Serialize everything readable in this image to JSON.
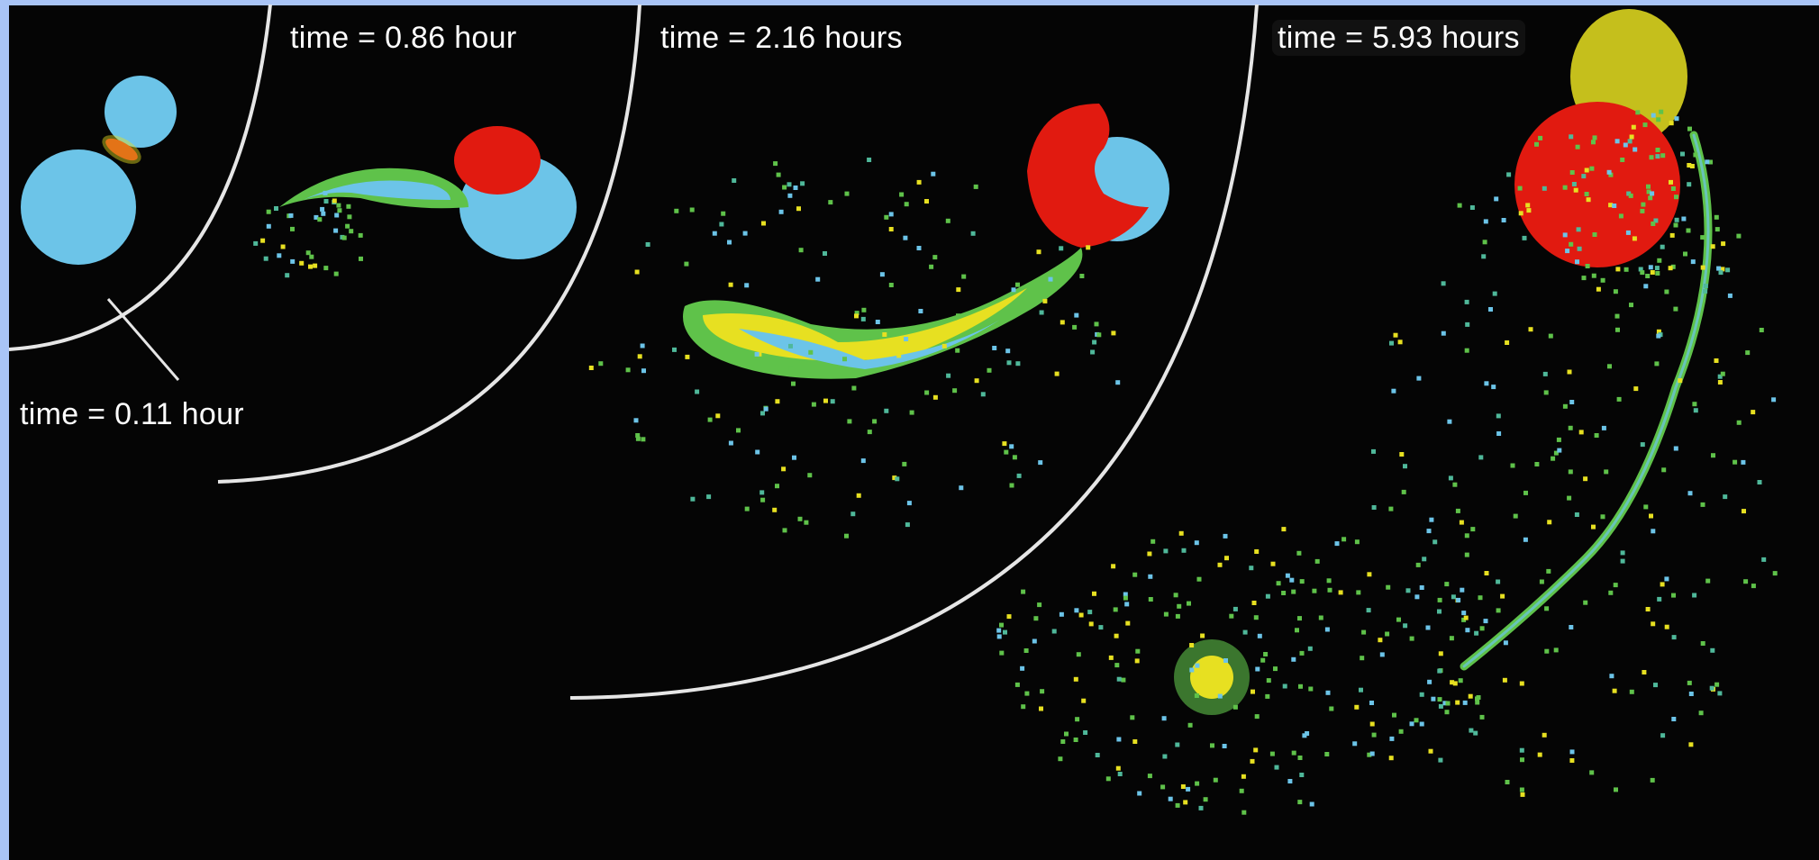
{
  "figure": {
    "labels": [
      {
        "id": "t1",
        "text": "time = 0.11 hour"
      },
      {
        "id": "t2",
        "text": "time = 0.86 hour"
      },
      {
        "id": "t3",
        "text": "time = 2.16 hours"
      },
      {
        "id": "t4",
        "text": "time = 5.93 hours"
      }
    ]
  },
  "colors": {
    "background": "#050505",
    "frame": "#a9c4f6",
    "separator": "#e6e6e6",
    "label_text": "#ffffff",
    "particle_blue": "#6cc4e8",
    "particle_teal": "#4fb89a",
    "particle_green": "#5fc24a",
    "particle_yellow": "#e7e021",
    "particle_red": "#e11a10"
  }
}
